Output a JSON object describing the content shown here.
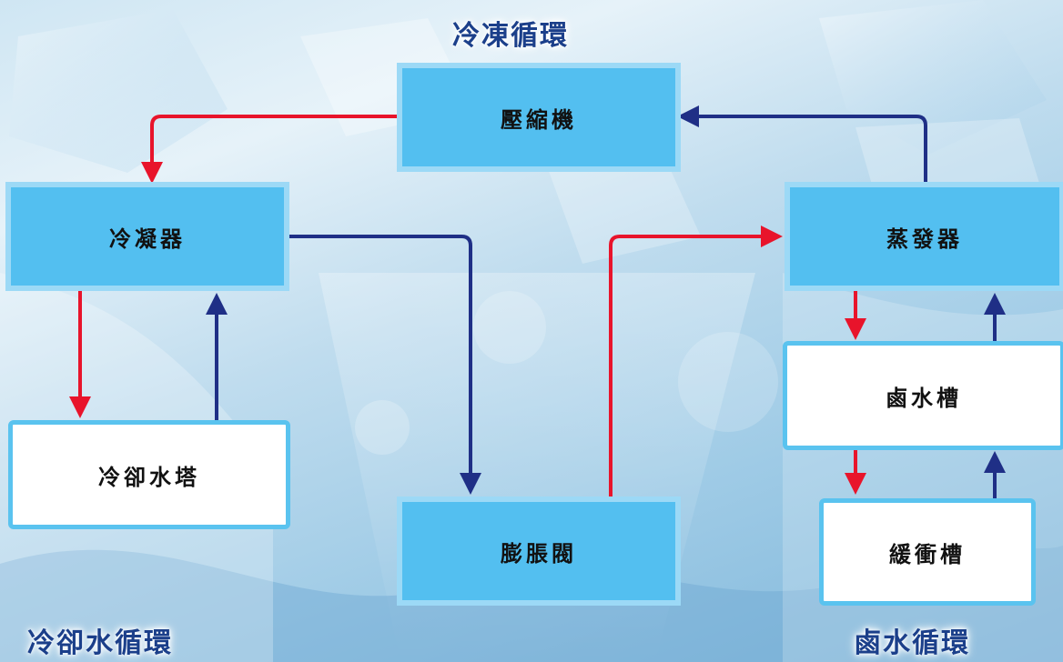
{
  "titles": {
    "refrigeration_cycle": "冷凍循環",
    "cooling_water_cycle": "冷卻水循環",
    "brine_cycle": "鹵水循環"
  },
  "nodes": {
    "compressor": "壓縮機",
    "condenser": "冷凝器",
    "evaporator": "蒸發器",
    "cooling_tower": "冷卻水塔",
    "expansion_valve": "膨脹閥",
    "brine_tank": "鹵水槽",
    "buffer_tank": "緩衝槽"
  },
  "colors": {
    "hot_flow": "#e8142b",
    "cold_flow": "#1f2f86",
    "box_fill": "#53bff0",
    "box_border": "#9cd9f6",
    "title_text": "#1b3f8a"
  }
}
